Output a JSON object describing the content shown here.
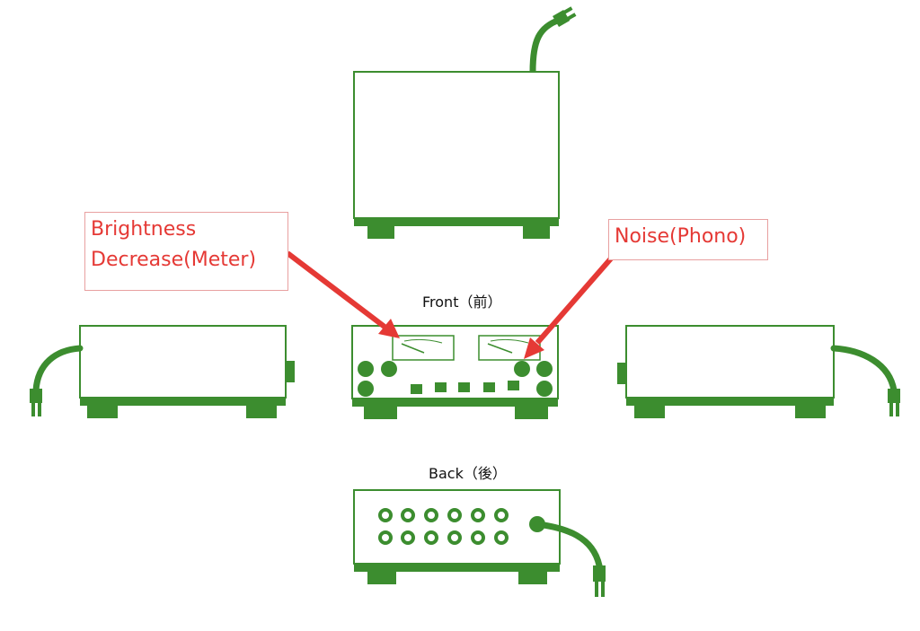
{
  "colors": {
    "device": "#3c8d2f",
    "arrow": "#e53935",
    "text": "#111111"
  },
  "callouts": {
    "meter": {
      "line1": "Brightness",
      "line2": "Decrease(Meter)"
    },
    "phono": {
      "text": "Noise(Phono)"
    }
  },
  "labels": {
    "front": "Front（前）",
    "back": "Back（後）"
  }
}
